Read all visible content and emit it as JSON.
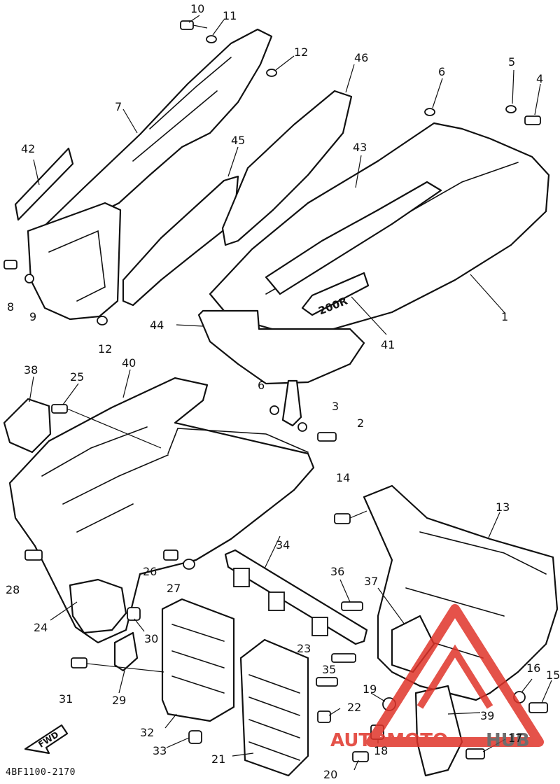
{
  "diagram_code": "4BF1100-2170",
  "fwd_label": "FWD",
  "badge_text": "200R",
  "watermark": {
    "text_left": "AUTOMOTO",
    "text_right": "HUB",
    "color_accent": "#e0342a",
    "color_gray": "#555555"
  },
  "callouts": [
    "1",
    "2",
    "3",
    "4",
    "5",
    "6",
    "6",
    "7",
    "8",
    "9",
    "10",
    "11",
    "12",
    "12",
    "13",
    "14",
    "15",
    "16",
    "17",
    "18",
    "19",
    "20",
    "21",
    "22",
    "23",
    "24",
    "25",
    "26",
    "27",
    "28",
    "29",
    "30",
    "31",
    "32",
    "33",
    "34",
    "35",
    "36",
    "37",
    "38",
    "39",
    "40",
    "41",
    "42",
    "43",
    "44",
    "45",
    "46"
  ]
}
